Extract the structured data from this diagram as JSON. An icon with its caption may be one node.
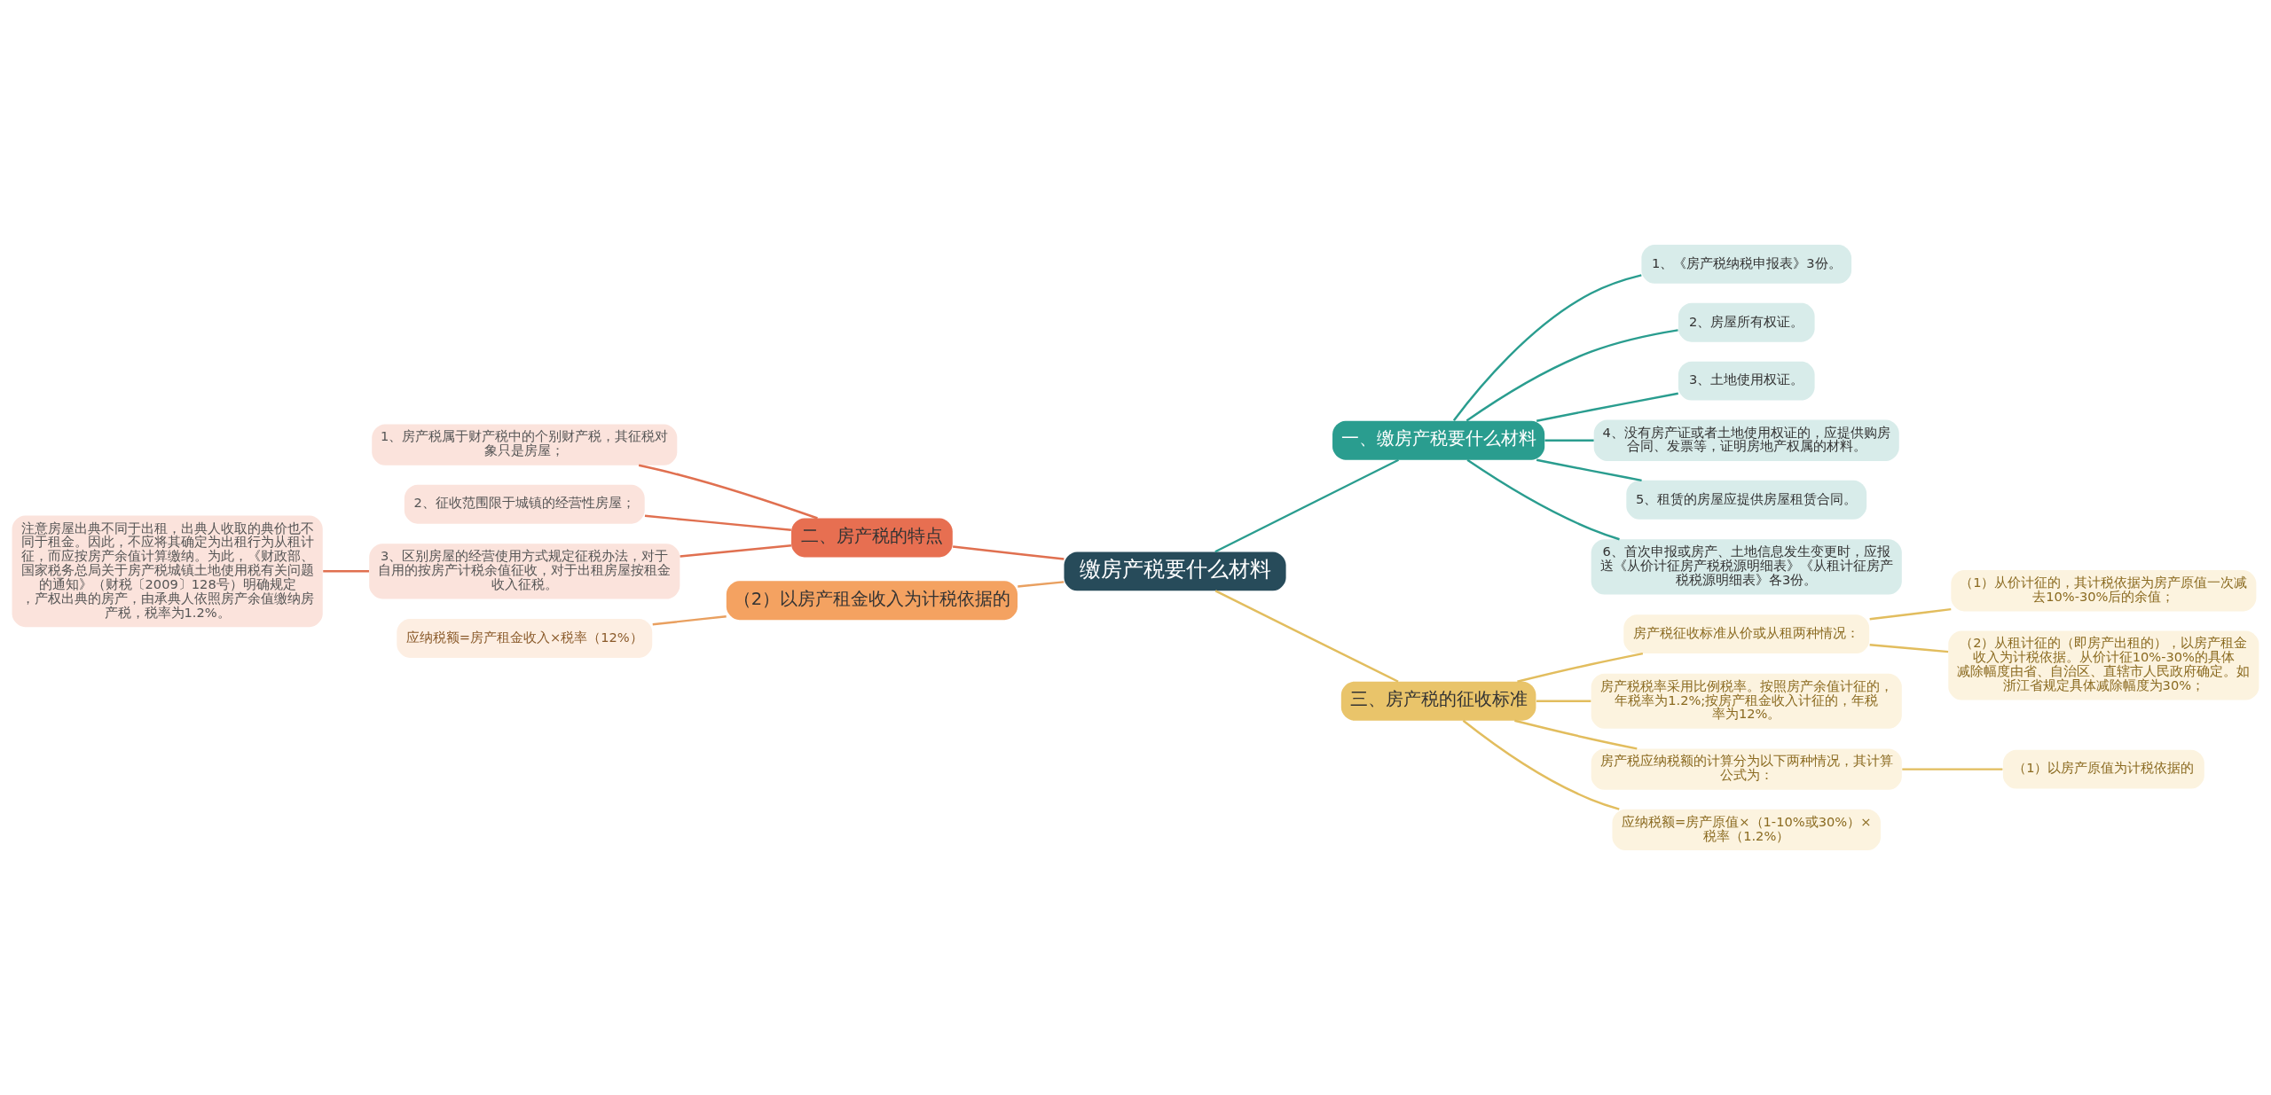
{
  "diagram": {
    "nodes": [
      {
        "text": [
          "缴房产税要什么材料"
        ]
      },
      {
        "text": [
          "一、缴房产税要什么材料"
        ]
      },
      {
        "text": [
          "1、《房产税纳税申报表》3份。"
        ]
      },
      {
        "text": [
          "2、房屋所有权证。"
        ]
      },
      {
        "text": [
          "3、土地使用权证。"
        ]
      },
      {
        "text": [
          "4、没有房产证或者土地使用权证的，应提供购房合同、发票等，证明房地产权属的材料。"
        ]
      },
      {
        "text": [
          "5、租赁的房屋应提供房屋租赁合同。"
        ]
      },
      {
        "text": [
          "6、首次申报或房产、土地信息发生变更时，应报送《从价计征房产税税源明细表》《从租计征房产税税源明细表》各3份。"
        ]
      },
      {
        "text": [
          "二、房产税的特点"
        ]
      },
      {
        "text": [
          "1、房产税属于财产税中的个别财产税，其征税对象只是房屋；"
        ]
      },
      {
        "text": [
          "2、征收范围限于城镇的经营性房屋；"
        ]
      },
      {
        "text": [
          "3、区别房屋的经营使用方式规定征税办法，对于自用的按房产计税余值征收，对于出租房屋按租金收入征税。"
        ]
      },
      {
        "text": [
          "注意房屋出典不同于出租，出典人收取的典价也不同于租金。因此，不应将其确定为出租行为从租计征，而应按房产余值计算缴纳。为此，《财政部、国家税务总局关于房产税城镇土地使用税有关问题的通知》（财税〔2009〕128号）明确规定，产权出典的房产，由承典人依照房产余值缴纳房产税，税率为1.2%。"
        ]
      },
      {
        "text": [
          "（2）以房产租金收入为计税依据的"
        ]
      },
      {
        "text": [
          "应纳税额=房产租金收入×税率（12%）"
        ]
      },
      {
        "text": [
          "三、房产税的征收标准"
        ]
      },
      {
        "text": [
          "房产税征收标准从价或从租两种情况："
        ]
      },
      {
        "text": [
          "（1）从价计征的，其计税依据为房产原值一次减去10%-30%后的余值；"
        ]
      },
      {
        "text": [
          "（2）从租计征的（即房产出租的），以房产租金收入为计税依据。从价计征10%-30%的具体减除幅度由省、自治区、直辖市人民政府确定。如浙江省规定具体减除幅度为30%；"
        ]
      },
      {
        "text": [
          "房产税税率采用比例税率。按照房产余值计征的，年税率为1.2%;按房产租金收入计征的，年税率为12%。"
        ]
      },
      {
        "text": [
          "房产税应纳税额的计算分为以下两种情况，其计算公式为："
        ]
      },
      {
        "text": [
          "（1）以房产原值为计税依据的"
        ]
      },
      {
        "text": [
          "应纳税额=房产原值×（1-10%或30%）×税率（1.2%）"
        ]
      }
    ],
    "edges": [
      {
        "from": 0,
        "to": 1,
        "arrow": "none",
        "color": "#2a9d8f"
      },
      {
        "from": 1,
        "to": 2,
        "arrow": "none",
        "color": "#2a9d8f"
      },
      {
        "from": 1,
        "to": 3,
        "arrow": "none",
        "color": "#2a9d8f"
      },
      {
        "from": 1,
        "to": 4,
        "arrow": "none",
        "color": "#2a9d8f"
      },
      {
        "from": 1,
        "to": 5,
        "arrow": "none",
        "color": "#2a9d8f"
      },
      {
        "from": 1,
        "to": 6,
        "arrow": "none",
        "color": "#2a9d8f"
      },
      {
        "from": 1,
        "to": 7,
        "arrow": "none",
        "color": "#2a9d8f"
      },
      {
        "from": 0,
        "to": 8,
        "arrow": "none",
        "color": "#e07050"
      },
      {
        "from": 8,
        "to": 9,
        "arrow": "none",
        "color": "#e07050"
      },
      {
        "from": 8,
        "to": 10,
        "arrow": "none",
        "color": "#e07050"
      },
      {
        "from": 8,
        "to": 11,
        "arrow": "none",
        "color": "#e07050"
      },
      {
        "from": 11,
        "to": 12,
        "arrow": "none",
        "color": "#e07050"
      },
      {
        "from": 0,
        "to": 13,
        "arrow": "none",
        "color": "#e9a060"
      },
      {
        "from": 13,
        "to": 14,
        "arrow": "none",
        "color": "#e9a060"
      },
      {
        "from": 0,
        "to": 15,
        "arrow": "none"
      },
      {
        "from": 15,
        "to": 16,
        "arrow": "none"
      },
      {
        "from": 16,
        "to": 17,
        "arrow": "none"
      },
      {
        "from": 16,
        "to": 18,
        "arrow": "none"
      },
      {
        "from": 15,
        "to": 19,
        "arrow": "none"
      },
      {
        "from": 15,
        "to": 20,
        "arrow": "none"
      },
      {
        "from": 20,
        "to": 21,
        "arrow": "none"
      },
      {
        "from": 15,
        "to": 22,
        "arrow": "none"
      }
    ]
  }
}
